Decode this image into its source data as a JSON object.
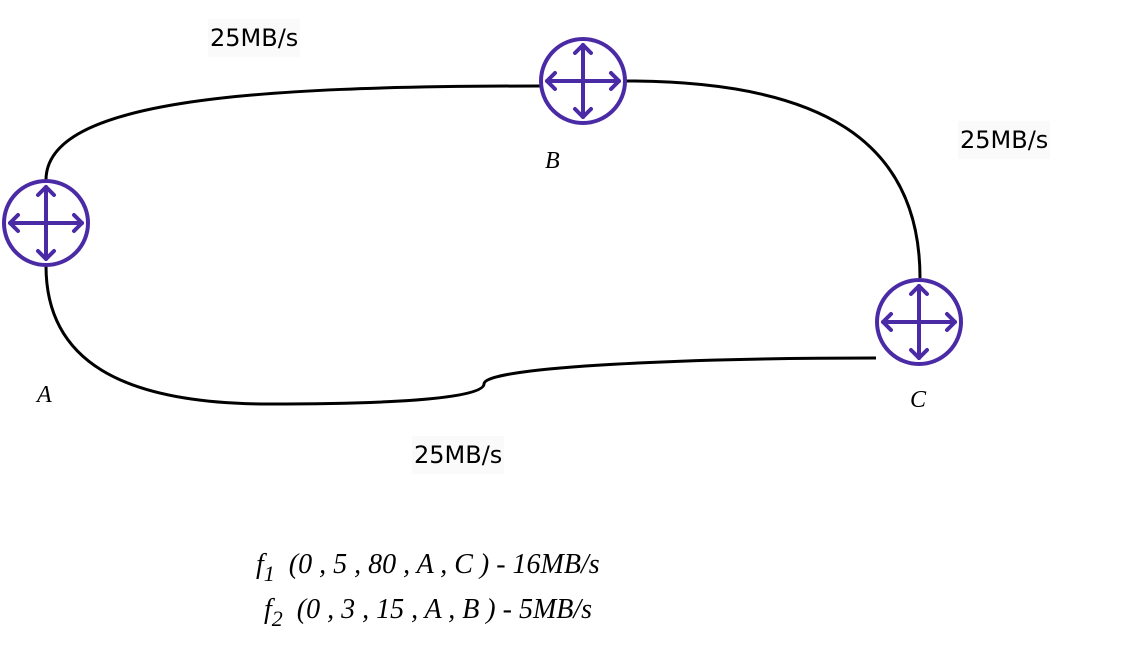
{
  "nodes": {
    "a": {
      "label": "A"
    },
    "b": {
      "label": "B"
    },
    "c": {
      "label": "C"
    }
  },
  "links": {
    "ab": {
      "label": "25MB/s"
    },
    "bc": {
      "label": "25MB/s"
    },
    "ac": {
      "label": "25MB/s"
    }
  },
  "flows": [
    {
      "symbol": "f",
      "index": "1",
      "text": "(0 , 5 , 80 , A , C ) - 16MB/s"
    },
    {
      "symbol": "f",
      "index": "2",
      "text": "(0 , 3 , 15 , A , B ) - 5MB/s"
    }
  ],
  "colors": {
    "router": "#4b2aa6",
    "link": "#000000"
  },
  "icons": {
    "router": "router-icon"
  }
}
